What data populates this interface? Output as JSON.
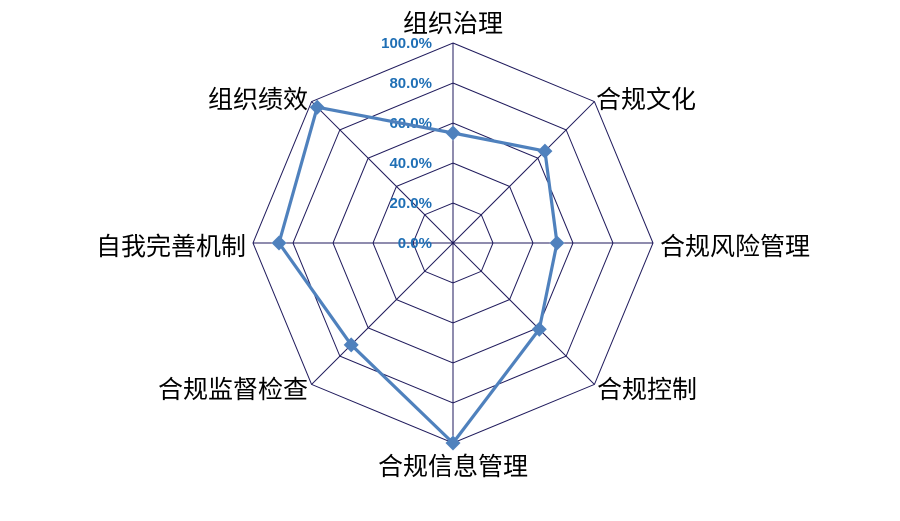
{
  "chart_data": {
    "type": "radar",
    "categories": [
      "组织治理",
      "合规文化",
      "合规风险管理",
      "合规控制",
      "合规信息管理",
      "合规监督检查",
      "自我完善机制",
      "组织绩效"
    ],
    "series": [
      {
        "values": [
          0.55,
          0.65,
          0.52,
          0.61,
          1.0,
          0.72,
          0.87,
          0.96
        ]
      }
    ],
    "rlim": [
      0,
      1.0
    ],
    "ticks": [
      0,
      0.2,
      0.4,
      0.6,
      0.8,
      1.0
    ],
    "tick_labels": [
      "0.0%",
      "20.0%",
      "40.0%",
      "60.0%",
      "80.0%",
      "100.0%"
    ],
    "grid": true,
    "legend": "none",
    "colors": {
      "series": "#4f81bd",
      "grid": "#1f1a5c",
      "tick_text": "#1f6fb5"
    }
  }
}
